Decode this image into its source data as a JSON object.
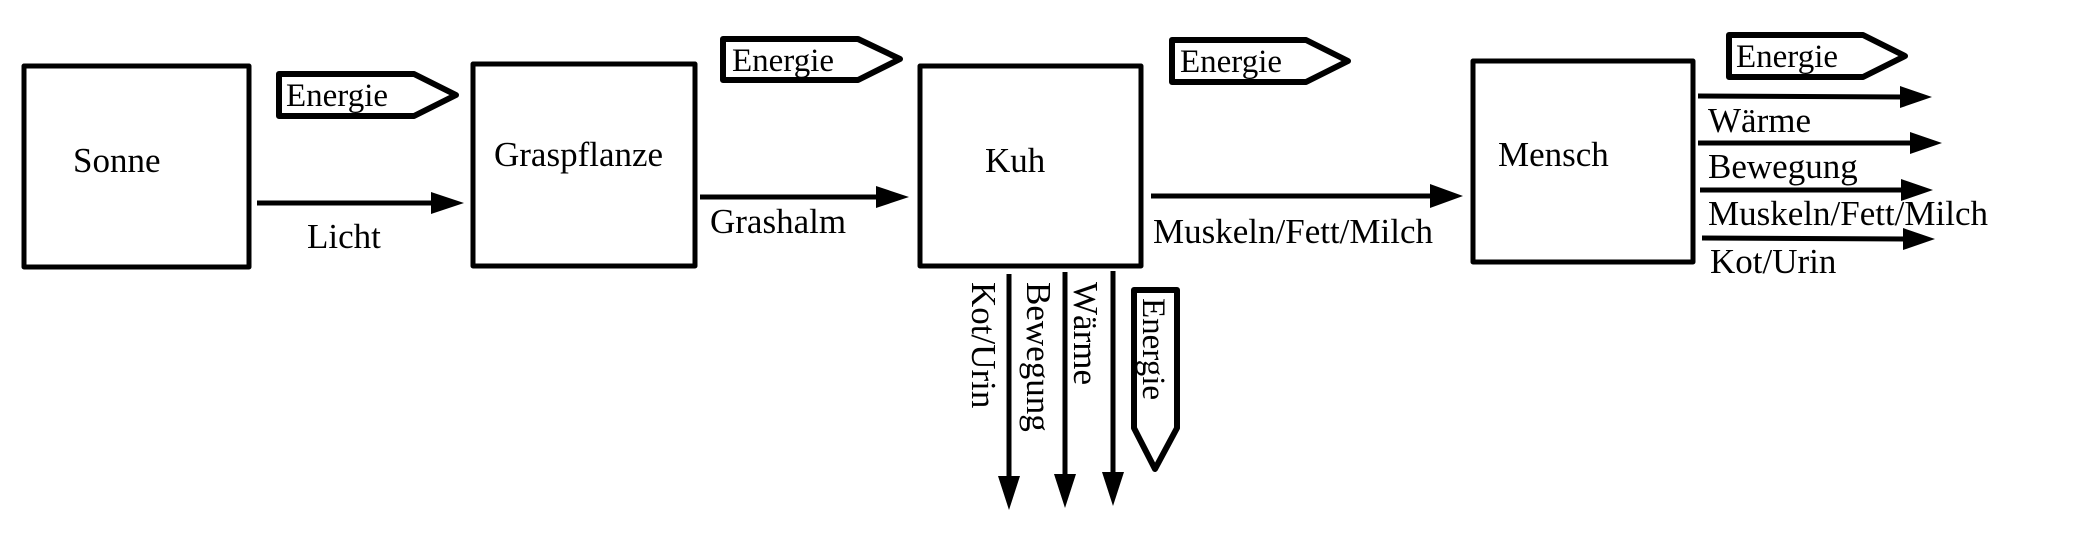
{
  "diagram": {
    "type": "energy-flow",
    "colors": {
      "stroke": "#000000",
      "background": "#ffffff",
      "text": "#000000"
    },
    "nodes": {
      "sonne": "Sonne",
      "graspflanze": "Graspflanze",
      "kuh": "Kuh",
      "mensch": "Mensch"
    },
    "energy_tags": {
      "sonne_to_graspflanze": "Energie",
      "graspflanze_to_kuh": "Energie",
      "kuh_to_mensch": "Energie",
      "mensch_out": "Energie",
      "kuh_down": "Energie"
    },
    "flows": {
      "sonne_to_graspflanze": "Licht",
      "graspflanze_to_kuh": "Grashalm",
      "kuh_to_mensch": "Muskeln/Fett/Milch"
    },
    "kuh_outputs": [
      "Kot/Urin",
      "Bewegung",
      "Wärme"
    ],
    "mensch_outputs": [
      "Wärme",
      "Bewegung",
      "Muskeln/Fett/Milch",
      "Kot/Urin"
    ]
  }
}
